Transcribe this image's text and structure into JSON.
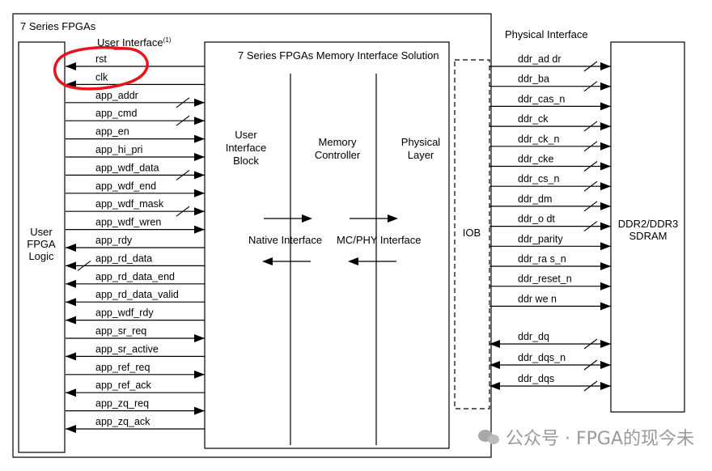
{
  "title": "7 Series FPGAs",
  "user_interface": {
    "label": "User Interface",
    "footnote": "(1)"
  },
  "physical_interface_label": "Physical Interface",
  "mis_title": "7 Series FPGAs Memory Interface Solution",
  "user_logic": [
    "User",
    "FPGA",
    "Logic"
  ],
  "uib": [
    "User",
    "Interface",
    "Block"
  ],
  "mc": [
    "Memory",
    "Controller"
  ],
  "phy": [
    "Physical",
    "Layer"
  ],
  "native_interface": "Native Interface",
  "mcphy_interface": "MC/PHY Interface",
  "iob": "IOB",
  "sdram": [
    "DDR2/DDR3",
    "SDRAM"
  ],
  "highlight_color": "#e8141b",
  "left_signals": [
    {
      "name": "rst",
      "dir": "left",
      "bus": false,
      "circled": true
    },
    {
      "name": "clk",
      "dir": "left",
      "bus": false,
      "circled": true
    },
    {
      "name": "app_addr",
      "dir": "right",
      "bus": true
    },
    {
      "name": "app_cmd",
      "dir": "right",
      "bus": true
    },
    {
      "name": "app_en",
      "dir": "right",
      "bus": false
    },
    {
      "name": "app_hi_pri",
      "dir": "right",
      "bus": false
    },
    {
      "name": "app_wdf_data",
      "dir": "right",
      "bus": true
    },
    {
      "name": "app_wdf_end",
      "dir": "right",
      "bus": false
    },
    {
      "name": "app_wdf_mask",
      "dir": "right",
      "bus": true
    },
    {
      "name": "app_wdf_wren",
      "dir": "right",
      "bus": false
    },
    {
      "name": "app_rdy",
      "dir": "left",
      "bus": false
    },
    {
      "name": "app_rd_data",
      "dir": "left",
      "bus": true
    },
    {
      "name": "app_rd_data_end",
      "dir": "left",
      "bus": false
    },
    {
      "name": "app_rd_data_valid",
      "dir": "left",
      "bus": false
    },
    {
      "name": "app_wdf_rdy",
      "dir": "left",
      "bus": false
    },
    {
      "name": "app_sr_req",
      "dir": "right",
      "bus": false
    },
    {
      "name": "app_sr_active",
      "dir": "left",
      "bus": false
    },
    {
      "name": "app_ref_req",
      "dir": "right",
      "bus": false
    },
    {
      "name": "app_ref_ack",
      "dir": "left",
      "bus": false
    },
    {
      "name": "app_zq_req",
      "dir": "right",
      "bus": false
    },
    {
      "name": "app_zq_ack",
      "dir": "left",
      "bus": false
    }
  ],
  "right_signals": [
    {
      "name": "ddr_ad dr",
      "dir": "right",
      "bus": true
    },
    {
      "name": "ddr_ba",
      "dir": "right",
      "bus": true
    },
    {
      "name": "ddr_cas_n",
      "dir": "right",
      "bus": false
    },
    {
      "name": "ddr_ck",
      "dir": "right",
      "bus": true
    },
    {
      "name": "ddr_ck_n",
      "dir": "right",
      "bus": true
    },
    {
      "name": "ddr_cke",
      "dir": "right",
      "bus": true
    },
    {
      "name": "ddr_cs_n",
      "dir": "right",
      "bus": true
    },
    {
      "name": "ddr_dm",
      "dir": "right",
      "bus": true
    },
    {
      "name": "ddr_o dt",
      "dir": "right",
      "bus": true
    },
    {
      "name": "ddr_parity",
      "dir": "right",
      "bus": false
    },
    {
      "name": "ddr_ra s_n",
      "dir": "right",
      "bus": false
    },
    {
      "name": "ddr_reset_n",
      "dir": "right",
      "bus": false
    },
    {
      "name": "ddr we n",
      "dir": "right",
      "bus": false
    },
    {
      "name": "ddr_dq",
      "dir": "both",
      "bus": true
    },
    {
      "name": "ddr_dqs_n",
      "dir": "both",
      "bus": true
    },
    {
      "name": "ddr_dqs",
      "dir": "both",
      "bus": true
    }
  ],
  "watermark": "公众号 · FPGA的现今未"
}
